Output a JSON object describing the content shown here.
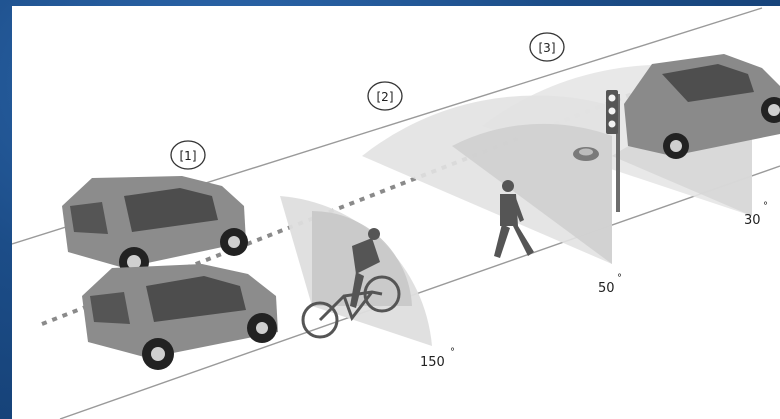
{
  "markers": {
    "m1": "[1]",
    "m2": "[2]",
    "m3": "[3]"
  },
  "angles": {
    "a150": "150",
    "a50": "50",
    "a30": "30",
    "degree_symbol": "°"
  },
  "colors": {
    "background": "#1c4d88",
    "panel": "#ffffff",
    "sensor_field": "#bdbdbd",
    "car": "#7a7a7a",
    "figure": "#555555",
    "dotted_line": "#888888"
  }
}
